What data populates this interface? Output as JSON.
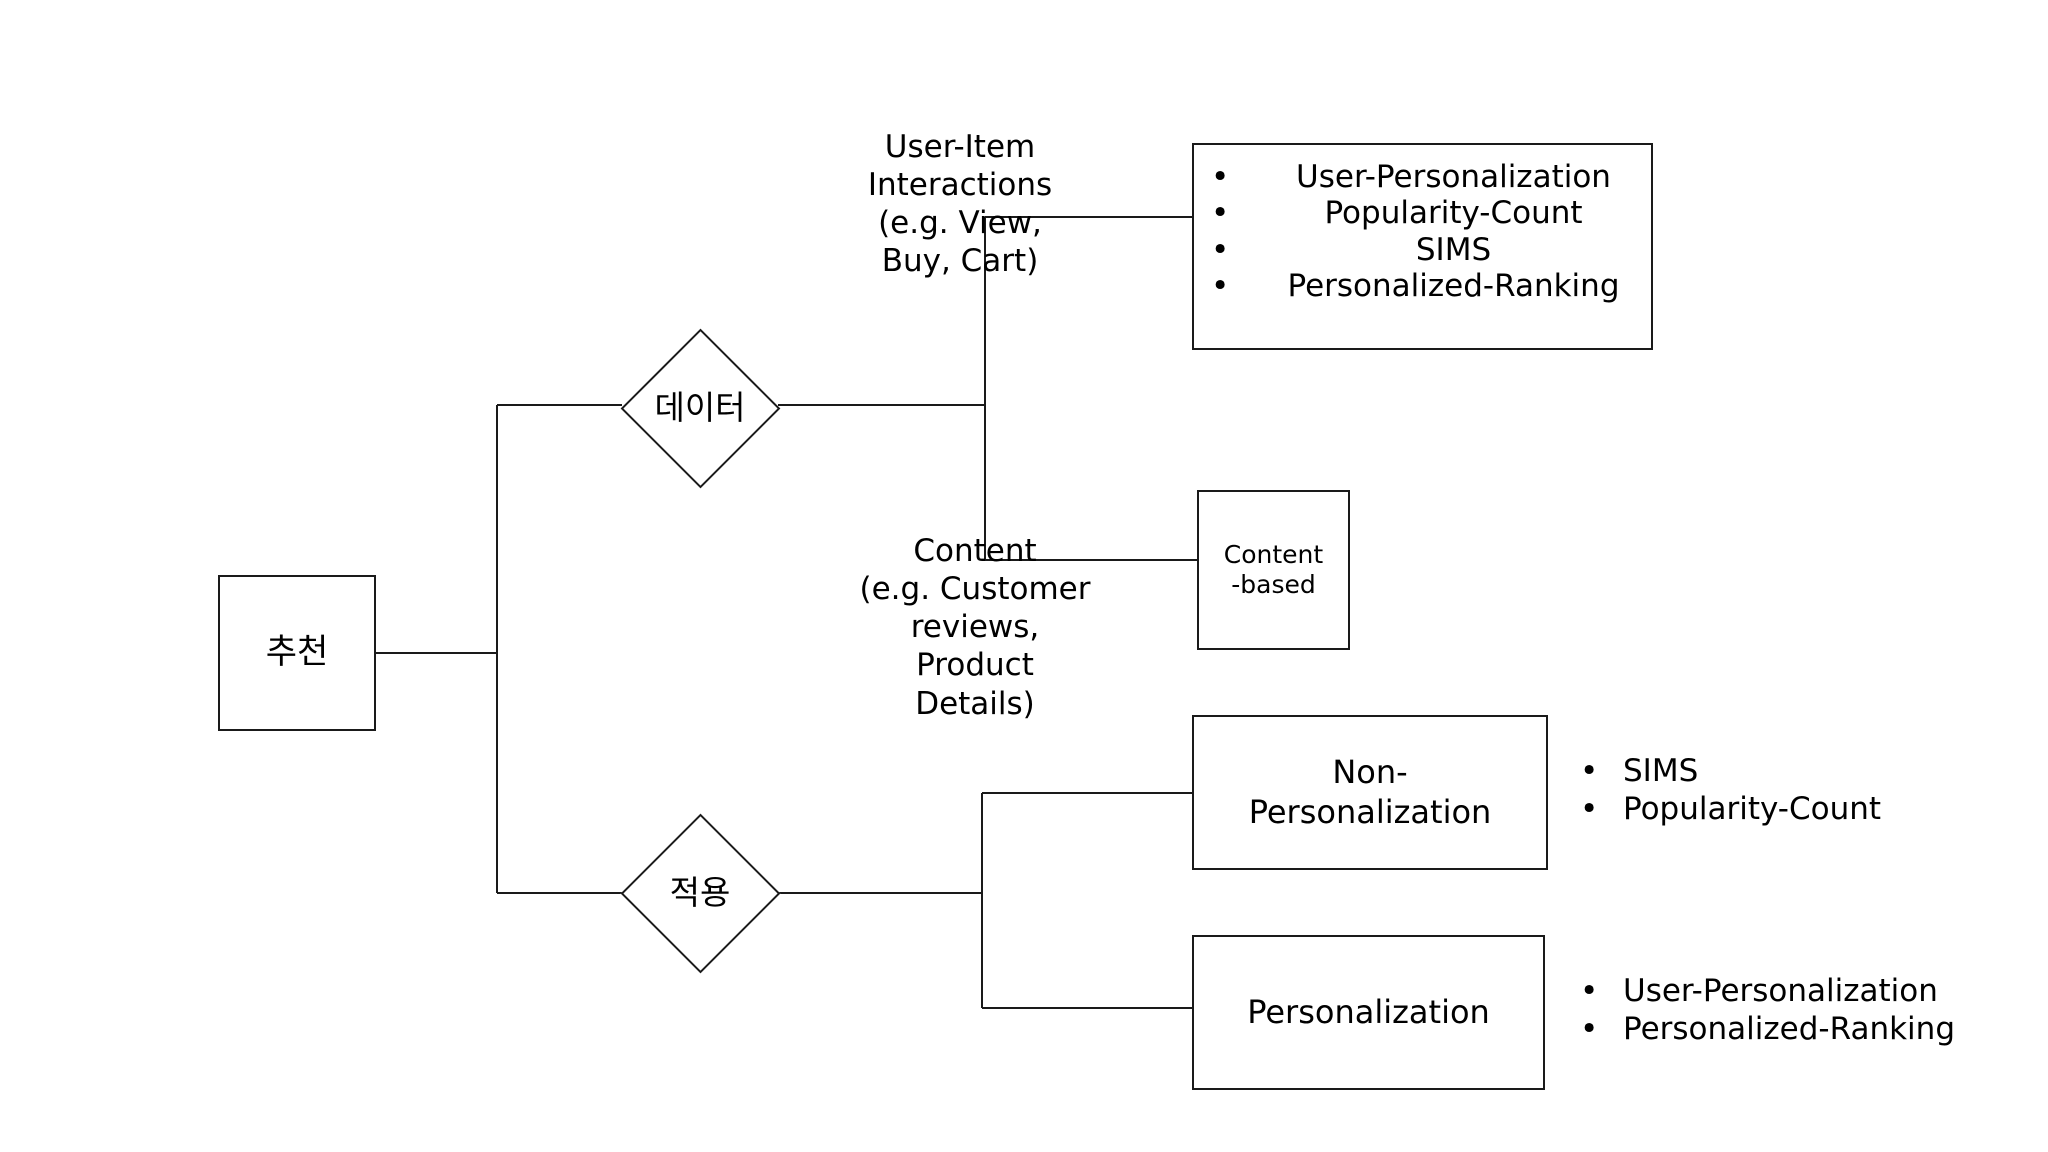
{
  "diagram": {
    "title": "Recommendation taxonomy tree",
    "stroke_color": "#1a1a1a",
    "background_color": "#ffffff",
    "root": {
      "label": "추천"
    },
    "branches": {
      "data": {
        "diamond_label": "데이터",
        "children": [
          {
            "edge_label": "User-Item\nInteractions\n(e.g. View,\nBuy, Cart)",
            "box_items": [
              "User-Personalization",
              "Popularity-Count",
              "SIMS",
              "Personalized-Ranking"
            ]
          },
          {
            "edge_label": "Content\n(e.g. Customer\nreviews, Product\nDetails)",
            "box_label": "Content\n-based"
          }
        ]
      },
      "apply": {
        "diamond_label": "적용",
        "children": [
          {
            "box_label": "Non-\nPersonalization",
            "items": [
              "SIMS",
              "Popularity-Count"
            ]
          },
          {
            "box_label": "Personalization",
            "items": [
              "User-Personalization",
              "Personalized-Ranking"
            ]
          }
        ]
      }
    }
  }
}
